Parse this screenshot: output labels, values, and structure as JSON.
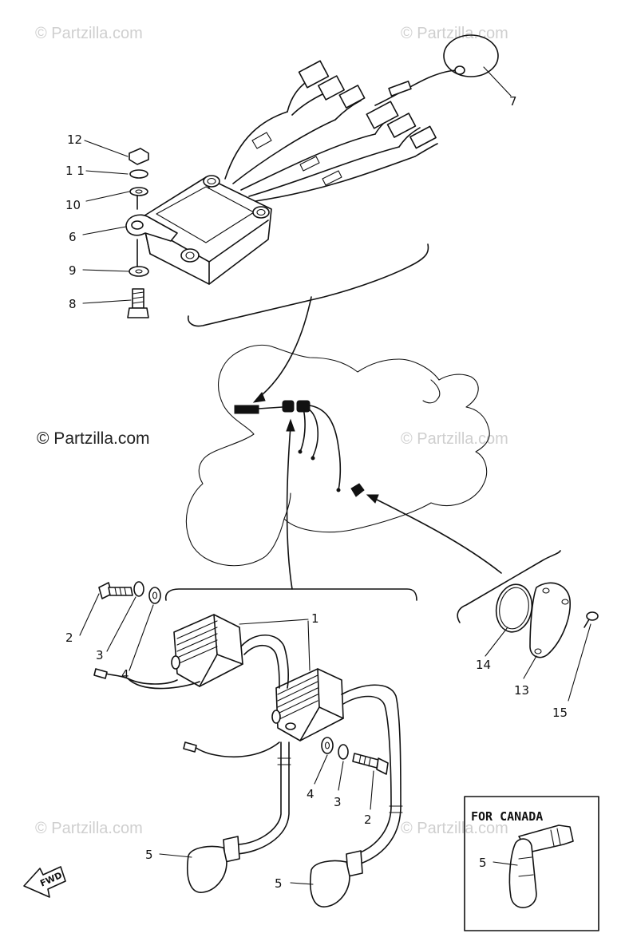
{
  "watermarks": {
    "faint": "© Partzilla.com",
    "prominent": "© Partzilla.com"
  },
  "callouts": {
    "c1": "1",
    "c2a": "2",
    "c2b": "2",
    "c3a": "3",
    "c3b": "3",
    "c4a": "4",
    "c4b": "4",
    "c5a": "5",
    "c5b": "5",
    "c5c": "5",
    "c6": "6",
    "c7": "7",
    "c8": "8",
    "c9": "9",
    "c10": "10",
    "c11": "1 1",
    "c12": "12",
    "c13": "13",
    "c14": "14",
    "c15": "15"
  },
  "canada_box": {
    "title": "FOR CANADA"
  },
  "fwd_label": "FWD"
}
